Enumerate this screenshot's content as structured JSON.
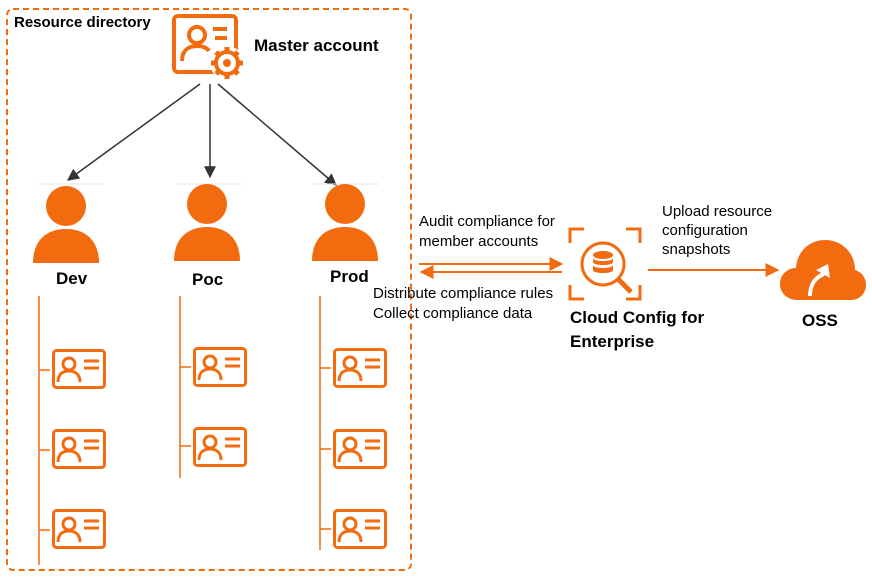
{
  "resource_directory": {
    "title": "Resource directory"
  },
  "master_account": {
    "label": "Master account"
  },
  "member_accounts": [
    {
      "label": "Dev"
    },
    {
      "label": "Poc"
    },
    {
      "label": "Prod"
    }
  ],
  "flows": {
    "audit": "Audit compliance for member accounts",
    "distribute": "Distribute compliance rules Collect compliance data",
    "upload": "Upload resource configuration snapshots"
  },
  "cloud_config": {
    "label": "Cloud Config for Enterprise"
  },
  "oss": {
    "label": "OSS"
  },
  "colors": {
    "accent": "#F26B0F",
    "arrow_dark": "#333333",
    "text": "#000000"
  },
  "icons": {
    "master": "admin-gear-icon",
    "member": "person-icon",
    "resource_card": "id-card-icon",
    "cloud_config": "database-scan-icon",
    "oss": "cloud-upload-icon"
  }
}
